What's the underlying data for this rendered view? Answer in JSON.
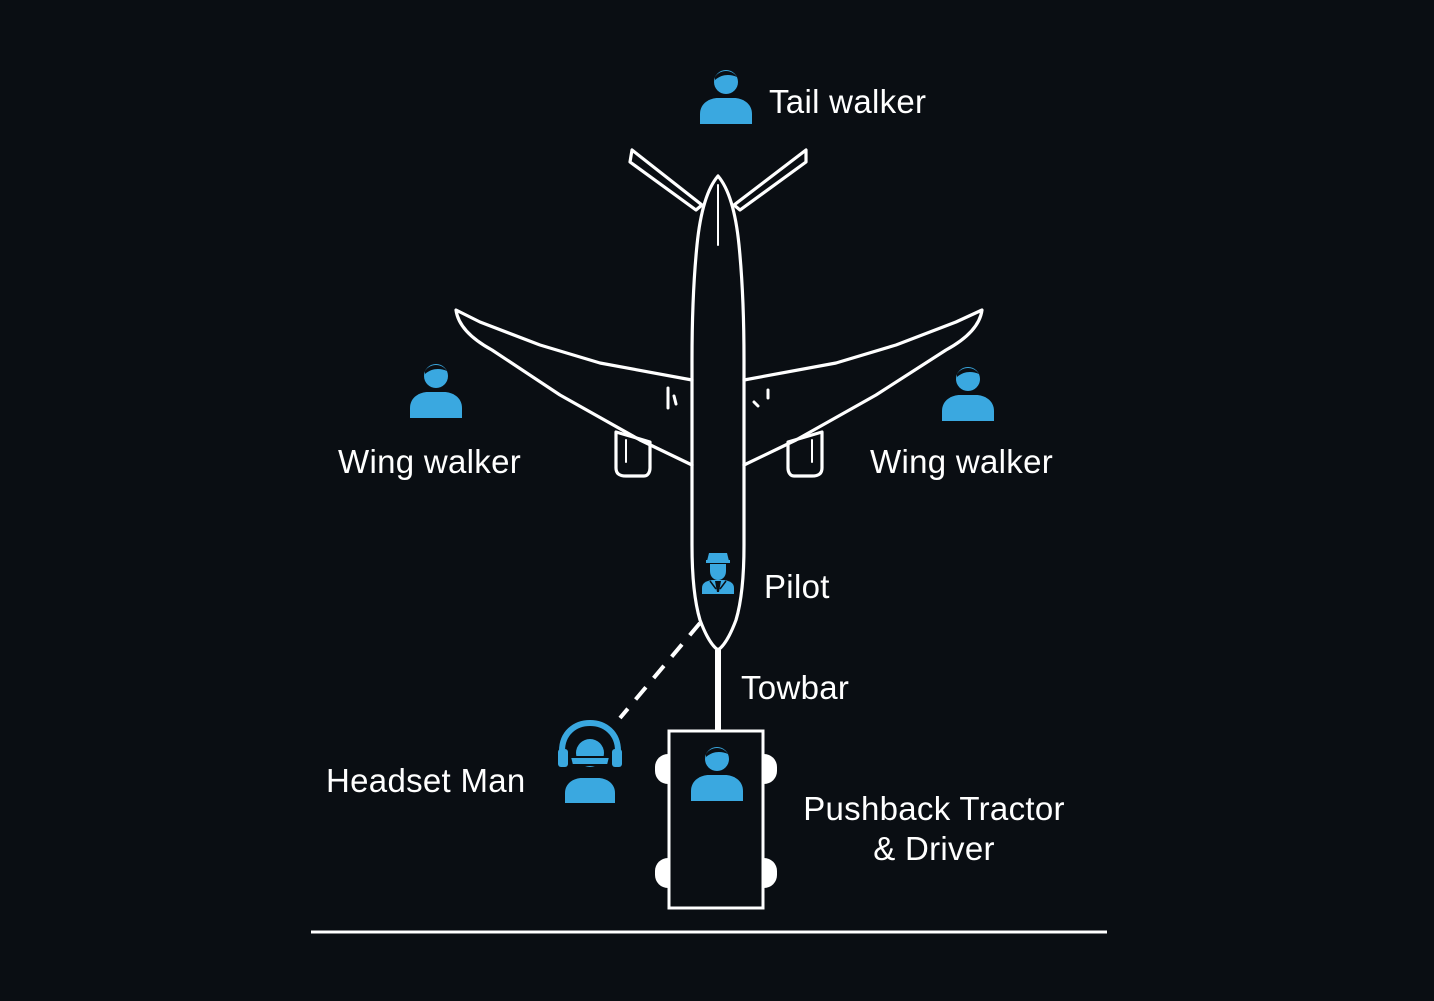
{
  "colors": {
    "background": "#0a0e13",
    "outline": "#ffffff",
    "person_icon": "#3aa8e0"
  },
  "labels": {
    "tail_walker": "Tail walker",
    "wing_walker_left": "Wing walker",
    "wing_walker_right": "Wing walker",
    "pilot": "Pilot",
    "towbar": "Towbar",
    "headset_man": "Headset Man",
    "pushback_tractor_line1": "Pushback Tractor",
    "pushback_tractor_line2": "& Driver"
  },
  "icons": {
    "tail_walker": "person-icon",
    "wing_walker_left": "person-icon",
    "wing_walker_right": "person-icon",
    "pilot": "pilot-icon",
    "headset_man": "headset-person-icon",
    "tractor_driver": "person-icon"
  }
}
